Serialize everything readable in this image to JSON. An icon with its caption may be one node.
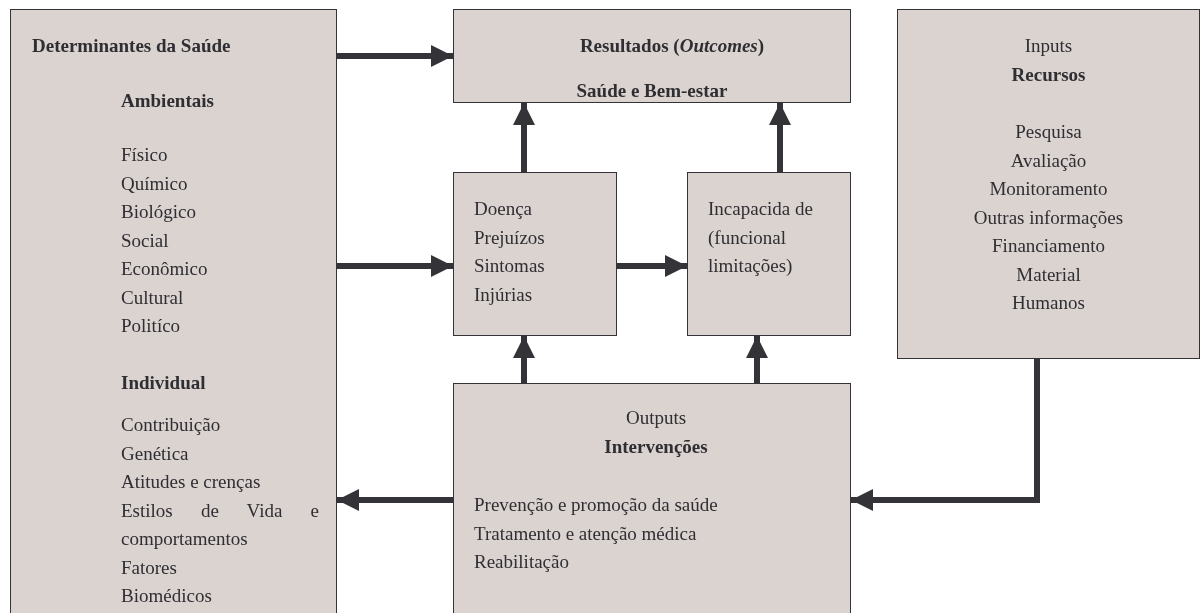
{
  "diagram": {
    "nodes": [
      {
        "text": [
          "Determinantes da Saúde",
          "Ambientais",
          "Físico",
          "Químico",
          "Biológico",
          "Social",
          "Econômico",
          "Cultural",
          "Politíco",
          "Individual",
          "Contribuição",
          "Genética",
          "Atitudes e crenças",
          "Estilos de Vida e comportamentos",
          "Fatores",
          "Biomédicos"
        ]
      },
      {
        "text": [
          "Resultados (*Outcomes*)",
          "Saúde e Bem-estar"
        ]
      },
      {
        "text": [
          "Doença",
          "Prejuízos",
          "Sintomas",
          "Injúrias"
        ]
      },
      {
        "text": [
          "Incapacida de (funcional limitações)"
        ]
      },
      {
        "text": [
          "Inputs",
          "Recursos",
          "Pesquisa",
          "Avaliação",
          "Monitoramento",
          "Outras informações",
          "Financiamento",
          "Material",
          "Humanos"
        ]
      },
      {
        "text": [
          "Outputs",
          "Intervenções",
          "Prevenção e promoção da saúde",
          "Tratamento e atenção médica",
          "Reabilitação"
        ]
      }
    ],
    "edges": [
      {
        "from": 0,
        "to": 1,
        "arrow": "to"
      },
      {
        "from": 0,
        "to": 2,
        "arrow": "to"
      },
      {
        "from": 2,
        "to": 1,
        "arrow": "to"
      },
      {
        "from": 3,
        "to": 1,
        "arrow": "to"
      },
      {
        "from": 2,
        "to": 3,
        "arrow": "to"
      },
      {
        "from": 5,
        "to": 2,
        "arrow": "to"
      },
      {
        "from": 5,
        "to": 3,
        "arrow": "to"
      },
      {
        "from": 5,
        "to": 0,
        "arrow": "to"
      },
      {
        "from": 4,
        "to": 5,
        "arrow": "to"
      }
    ]
  }
}
